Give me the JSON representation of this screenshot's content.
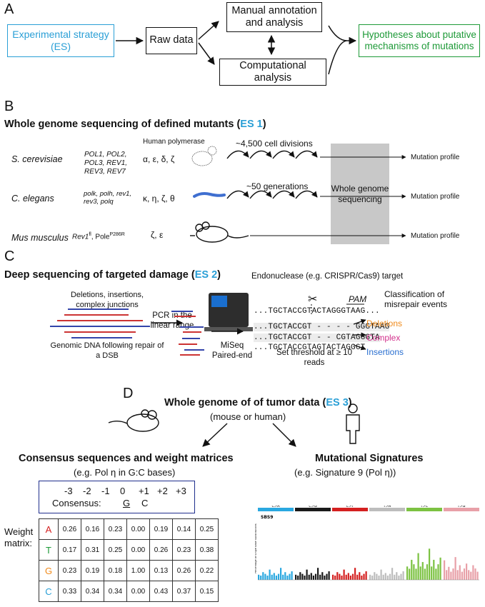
{
  "colors": {
    "blue": "#2a9fd6",
    "green": "#1e9a38",
    "orange": "#f08a1a",
    "magenta": "#d2318c",
    "gray": "#c8c8c8",
    "navy": "#1f2e8c",
    "red": "#d42020"
  },
  "panelA": {
    "label": "A",
    "es_box": "Experimental strategy (ES)",
    "raw_box": "Raw data",
    "manual_box": "Manual annotation and analysis",
    "comp_box": "Computational analysis",
    "hyp_box": "Hypotheses about putative mechanisms of mutations"
  },
  "panelB": {
    "label": "B",
    "title_pre": "Whole genome sequencing of defined mutants (",
    "title_es": "ES 1",
    "title_post": ")",
    "human_pol": "Human polymerase",
    "cell_div": "~4,500 cell divisions",
    "generations": "~50 generations",
    "wgs": "Whole genome sequencing",
    "rows": [
      {
        "organism": "S. cerevisiae",
        "genes": "POL1, POL2, POL3, REV1, REV3, REV7",
        "pol": "α, ε, δ, ζ",
        "output": "Mutation profile"
      },
      {
        "organism": "C. elegans",
        "genes": "polk, polh, rev1, rev3, polq",
        "pol": "κ, η, ζ, θ",
        "output": "Mutation profile"
      },
      {
        "organism": "Mus musculus",
        "genes": "Rev1",
        "genes_sup": "fl",
        "genes2": ", Pole",
        "genes2_sup": "P286R",
        "pol": "ζ, ε",
        "output": "Mutation profile"
      }
    ]
  },
  "panelC": {
    "label": "C",
    "title_pre": "Deep sequencing of targeted damage (",
    "title_es": "ES 2",
    "title_post": ")",
    "endo": "Endonuclease (e.g. CRISPR/Cas9) target",
    "pam": "PAM",
    "classification": "Classification of misrepair events",
    "del_ins": "Deletions, insertions, complex junctions",
    "pcr": "PCR in the linear range",
    "genomic": "Genomic DNA following repair of a DSB",
    "miseq": "MiSeq Paired-end",
    "threshold": "Set threshold at ≥ 10 reads",
    "seq_ref": "...TGCTACCGTACTAGGGTAAG...",
    "seq_del": "...TGCTACCGT - - - - GGGTAAG",
    "seq_cpx": "...TGCTACCGT - - CGTAGGGTA",
    "seq_ins": "...TGCTACCGTAGTACTAGGGT",
    "out_del": "Deletions",
    "out_cpx": "Complex",
    "out_ins": "Insertions"
  },
  "panelD": {
    "label": "D",
    "title_pre": "Whole genome of of tumor data (",
    "title_es": "ES 3",
    "title_post": ")",
    "subtitle": "(mouse or human)",
    "left_title": "Consensus sequences and weight matrices",
    "left_sub": "(e.g. Pol η in G:C bases)",
    "right_title": "Mutational Signatures",
    "right_sub": "(e.g. Signature 9 (Pol η))",
    "positions": [
      "-3",
      "-2",
      "-1",
      "0",
      "+1",
      "+2",
      "+3"
    ],
    "consensus_label": "Consensus:",
    "consensus": [
      "G",
      "C"
    ],
    "wm_label": "Weight matrix:",
    "matrix": [
      {
        "base": "A",
        "color": "#d42020",
        "values": [
          "0.26",
          "0.16",
          "0.23",
          "0.00",
          "0.19",
          "0.14",
          "0.25"
        ]
      },
      {
        "base": "T",
        "color": "#1e9a38",
        "values": [
          "0.17",
          "0.31",
          "0.25",
          "0.00",
          "0.26",
          "0.23",
          "0.38"
        ]
      },
      {
        "base": "G",
        "color": "#f08a1a",
        "values": [
          "0.23",
          "0.19",
          "0.18",
          "1.00",
          "0.13",
          "0.26",
          "0.22"
        ]
      },
      {
        "base": "C",
        "color": "#2a9fd6",
        "values": [
          "0.33",
          "0.34",
          "0.34",
          "0.00",
          "0.43",
          "0.37",
          "0.15"
        ]
      }
    ],
    "sig_label": "SBS9",
    "sig_ylabel": "Percentage of Single Base Substitutions",
    "sig_classes": [
      {
        "name": "C>A",
        "color": "#2aa8e0"
      },
      {
        "name": "C>G",
        "color": "#1a1a1a"
      },
      {
        "name": "C>T",
        "color": "#d42020"
      },
      {
        "name": "T>A",
        "color": "#bdbdbd"
      },
      {
        "name": "T>C",
        "color": "#7cc242"
      },
      {
        "name": "T>G",
        "color": "#e8a0a8"
      }
    ]
  }
}
